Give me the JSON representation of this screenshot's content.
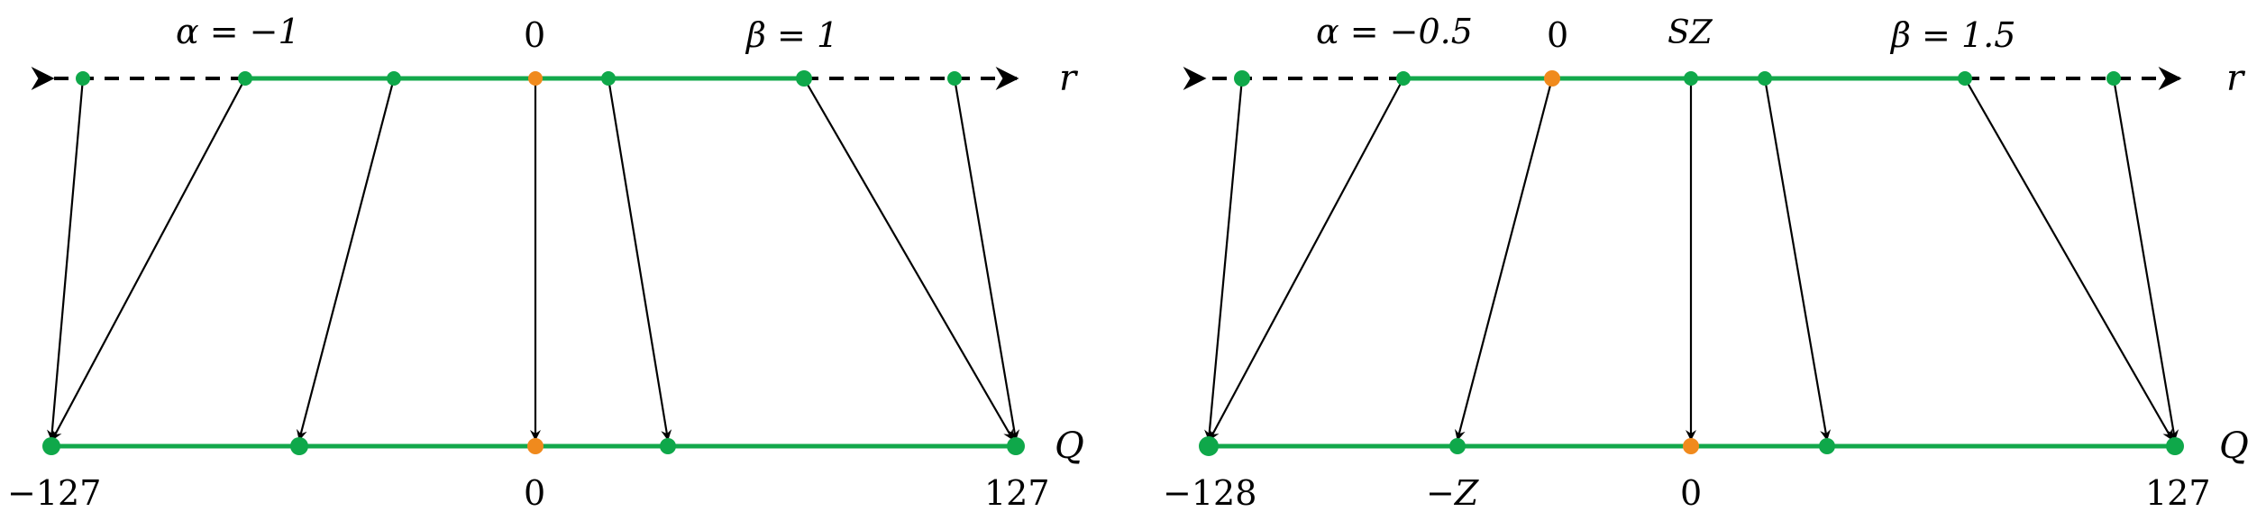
{
  "colors": {
    "green": "#0fa84a",
    "orange": "#f08a1d",
    "arrow": "#000000",
    "line": "#13a84b"
  },
  "panels": [
    {
      "id": "symmetric",
      "top_axis_label": "r",
      "bottom_axis_label": "Q",
      "top_labels": {
        "alpha": "α = −1",
        "zero": "0",
        "beta": "β = 1"
      },
      "bottom_labels": {
        "min": "−127",
        "zero": "0",
        "max": "127"
      }
    },
    {
      "id": "asymmetric",
      "top_axis_label": "r",
      "bottom_axis_label": "Q",
      "top_labels": {
        "alpha": "α = −0.5",
        "zero": "0",
        "sz": "SZ",
        "beta": "β = 1.5"
      },
      "bottom_labels": {
        "min": "−128",
        "neg_z": "−Z",
        "zero": "0",
        "max": "127"
      }
    }
  ]
}
